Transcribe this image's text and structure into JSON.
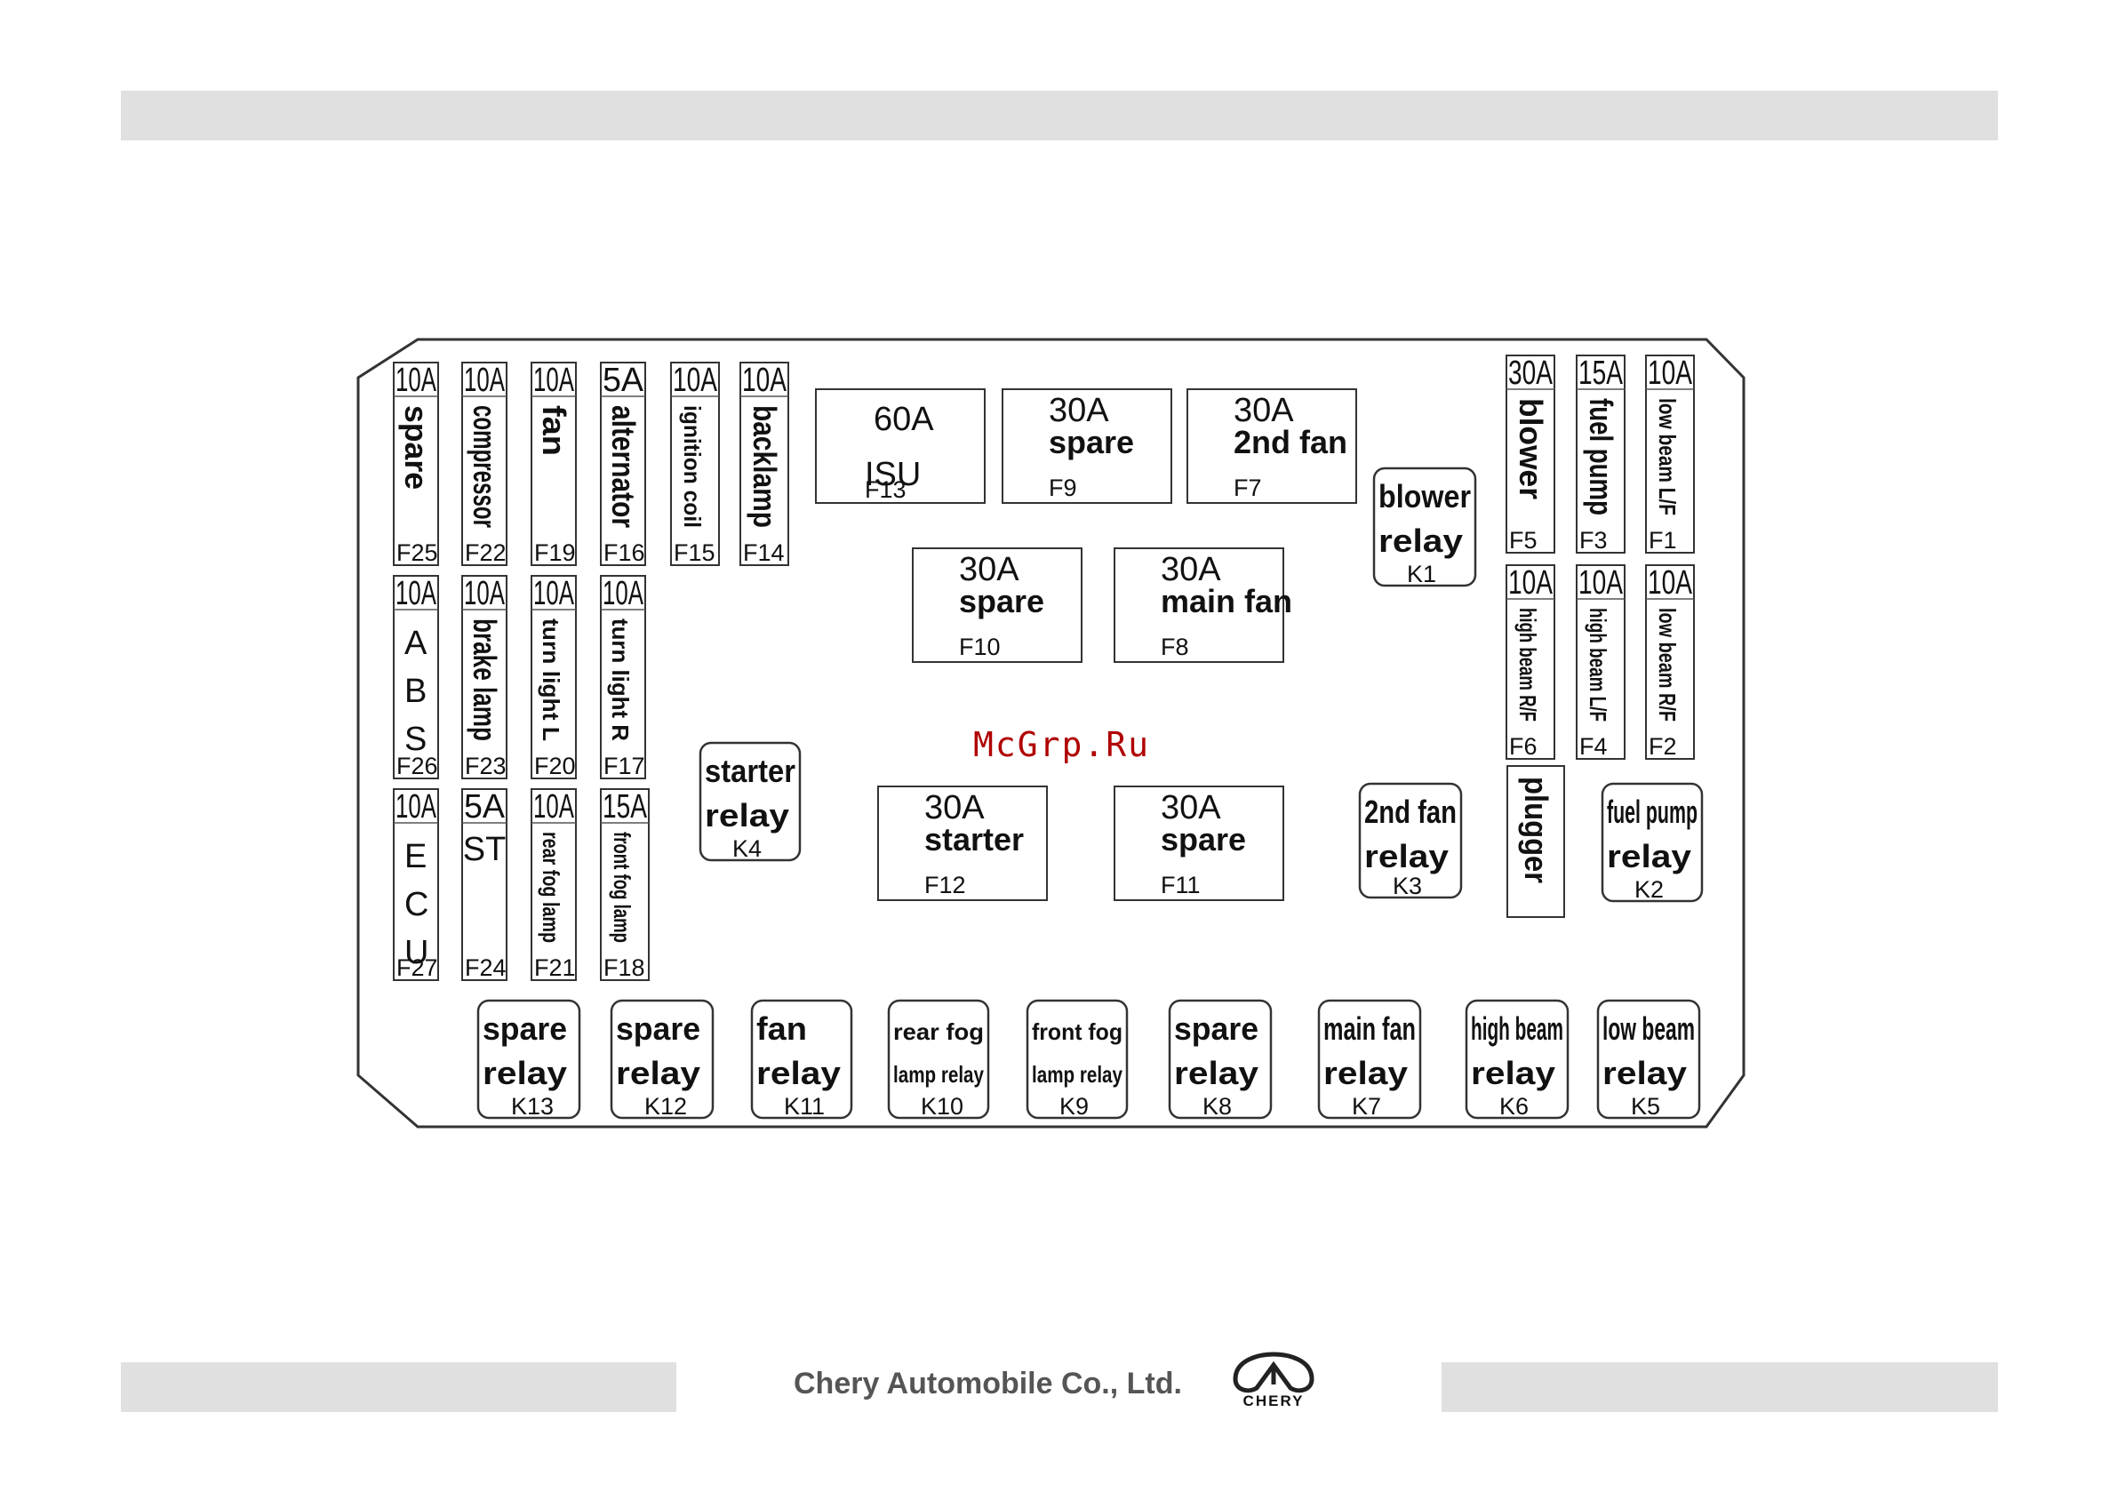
{
  "watermark": "McGrp.Ru",
  "footer": {
    "company": "Chery Automobile Co., Ltd.",
    "logo_text": "CHERY"
  },
  "fuses_vertical": [
    {
      "code": "F25",
      "amp": "10A",
      "label": "spare"
    },
    {
      "code": "F22",
      "amp": "10A",
      "label": "compressor"
    },
    {
      "code": "F19",
      "amp": "10A",
      "label": "fan"
    },
    {
      "code": "F16",
      "amp": "5A",
      "label": "alternator"
    },
    {
      "code": "F15",
      "amp": "10A",
      "label": "ignition coil"
    },
    {
      "code": "F14",
      "amp": "10A",
      "label": "backlamp"
    },
    {
      "code": "F26",
      "amp": "10A",
      "label": "ABS"
    },
    {
      "code": "F23",
      "amp": "10A",
      "label": "brake lamp"
    },
    {
      "code": "F20",
      "amp": "10A",
      "label": "turn light L"
    },
    {
      "code": "F17",
      "amp": "10A",
      "label": "turn light R"
    },
    {
      "code": "F27",
      "amp": "10A",
      "label": "ECU"
    },
    {
      "code": "F24",
      "amp": "5A",
      "label": "ST"
    },
    {
      "code": "F21",
      "amp": "10A",
      "label": "rear fog lamp"
    },
    {
      "code": "F18",
      "amp": "15A",
      "label": "front fog lamp"
    },
    {
      "code": "F5",
      "amp": "30A",
      "label": "blower"
    },
    {
      "code": "F3",
      "amp": "15A",
      "label": "fuel pump"
    },
    {
      "code": "F1",
      "amp": "10A",
      "label": "low beam L/F"
    },
    {
      "code": "F6",
      "amp": "10A",
      "label": "high beam R/F"
    },
    {
      "code": "F4",
      "amp": "10A",
      "label": "high beam L/F"
    },
    {
      "code": "F2",
      "amp": "10A",
      "label": "low beam R/F"
    }
  ],
  "fuses_large": [
    {
      "code": "F13",
      "amp": "60A",
      "label": "ISU"
    },
    {
      "code": "F9",
      "amp": "30A",
      "label": "spare"
    },
    {
      "code": "F7",
      "amp": "30A",
      "label": "2nd fan"
    },
    {
      "code": "F10",
      "amp": "30A",
      "label": "spare"
    },
    {
      "code": "F8",
      "amp": "30A",
      "label": "main fan"
    },
    {
      "code": "F12",
      "amp": "30A",
      "label": "starter"
    },
    {
      "code": "F11",
      "amp": "30A",
      "label": "spare"
    }
  ],
  "relays": [
    {
      "code": "K1",
      "line1": "blower",
      "line2": "relay"
    },
    {
      "code": "K4",
      "line1": "starter",
      "line2": "relay"
    },
    {
      "code": "K3",
      "line1": "2nd fan",
      "line2": "relay"
    },
    {
      "code": "K2",
      "line1": "fuel pump",
      "line2": "relay"
    },
    {
      "code": "K13",
      "line1": "spare",
      "line2": "relay"
    },
    {
      "code": "K12",
      "line1": "spare",
      "line2": "relay"
    },
    {
      "code": "K11",
      "line1": "fan",
      "line2": "relay"
    },
    {
      "code": "K10",
      "line1": "rear fog",
      "line2": "lamp relay"
    },
    {
      "code": "K9",
      "line1": "front fog",
      "line2": "lamp relay"
    },
    {
      "code": "K8",
      "line1": "spare",
      "line2": "relay"
    },
    {
      "code": "K7",
      "line1": "main fan",
      "line2": "relay"
    },
    {
      "code": "K6",
      "line1": "high beam",
      "line2": "relay"
    },
    {
      "code": "K5",
      "line1": "low beam",
      "line2": "relay"
    }
  ],
  "plugger": {
    "label": "plugger"
  }
}
